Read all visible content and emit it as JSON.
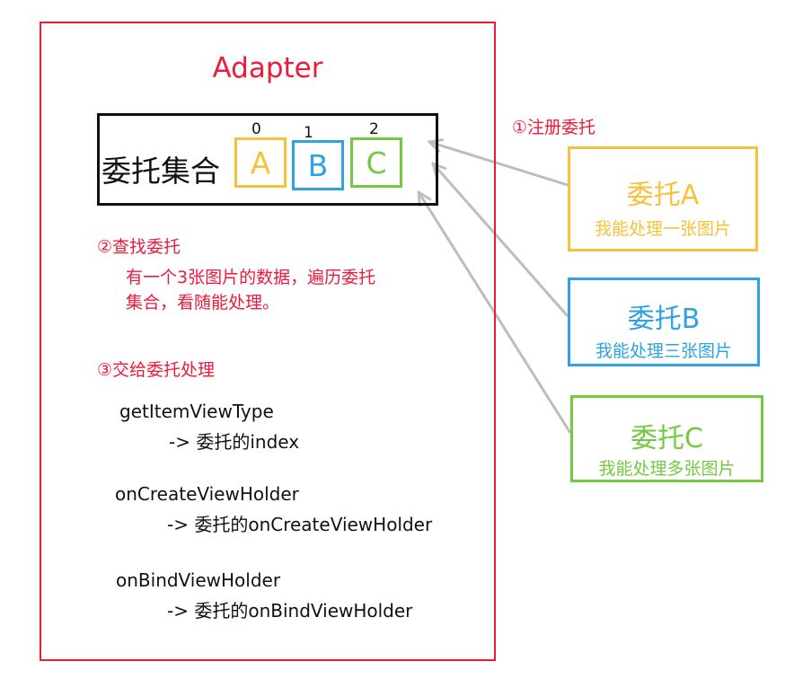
{
  "adapter": {
    "title": "Adapter",
    "collection_label": "委托集合",
    "slots": [
      {
        "index": "0",
        "letter": "A"
      },
      {
        "index": "1",
        "letter": "B"
      },
      {
        "index": "2",
        "letter": "C"
      }
    ]
  },
  "steps": {
    "register": "①注册委托",
    "find": "②查找委托",
    "find_desc_line1": "有一个3张图片的数据，遍历委托",
    "find_desc_line2": "集合，看随能处理。",
    "handoff": "③交给委托处理"
  },
  "methods": [
    {
      "name": "getItemViewType",
      "maps_to": "-> 委托的index"
    },
    {
      "name": "onCreateViewHolder",
      "maps_to": "-> 委托的onCreateViewHolder"
    },
    {
      "name": "onBindViewHolder",
      "maps_to": "-> 委托的onBindViewHolder"
    }
  ],
  "delegates": [
    {
      "name": "委托A",
      "description": "我能处理一张图片"
    },
    {
      "name": "委托B",
      "description": "我能处理三张图片"
    },
    {
      "name": "委托C",
      "description": "我能处理多张图片"
    }
  ],
  "colors": {
    "red": "#ee1a3b",
    "yellow": "#f7c13a",
    "blue": "#2ea3e0",
    "green": "#75c940",
    "arrow": "#bdbdbd"
  }
}
